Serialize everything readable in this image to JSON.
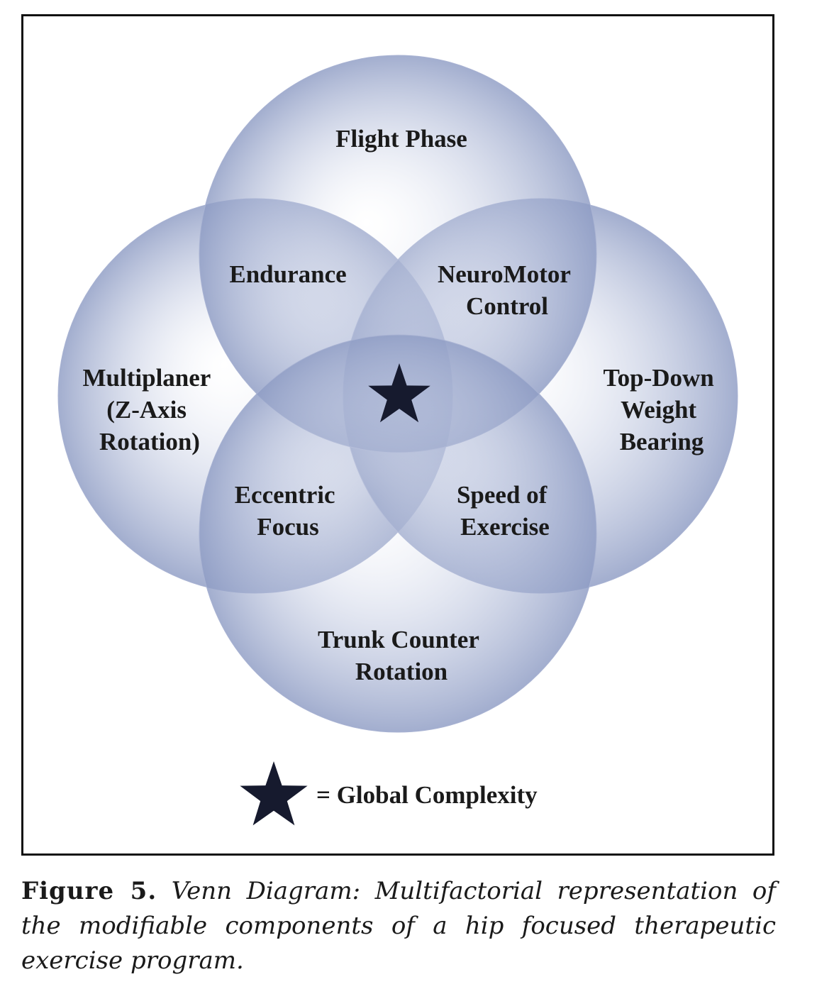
{
  "diagram": {
    "center_symbol": "star-icon",
    "circle_color": "#8e9cc4",
    "circles": [
      {
        "id": "top",
        "label_lines": [
          "Flight Phase"
        ]
      },
      {
        "id": "left",
        "label_lines": [
          "Multiplaner",
          "(Z-Axis",
          "Rotation)"
        ]
      },
      {
        "id": "right",
        "label_lines": [
          "Top-Down",
          "Weight",
          "Bearing"
        ]
      },
      {
        "id": "bottom",
        "label_lines": [
          "Trunk Counter",
          "Rotation"
        ]
      }
    ],
    "overlaps": [
      {
        "id": "top-left",
        "label_lines": [
          "Endurance"
        ]
      },
      {
        "id": "top-right",
        "label_lines": [
          "NeuroMotor",
          "Control"
        ]
      },
      {
        "id": "bottom-left",
        "label_lines": [
          "Eccentric",
          "Focus"
        ]
      },
      {
        "id": "bottom-right",
        "label_lines": [
          "Speed of",
          "Exercise"
        ]
      }
    ]
  },
  "legend": {
    "symbol": "star-icon",
    "text": "= Global Complexity"
  },
  "caption": {
    "label": "Figure 5.",
    "text": "Venn Diagram: Multifactorial representation of the modifiable components of a hip focused therapeutic exercise program."
  }
}
